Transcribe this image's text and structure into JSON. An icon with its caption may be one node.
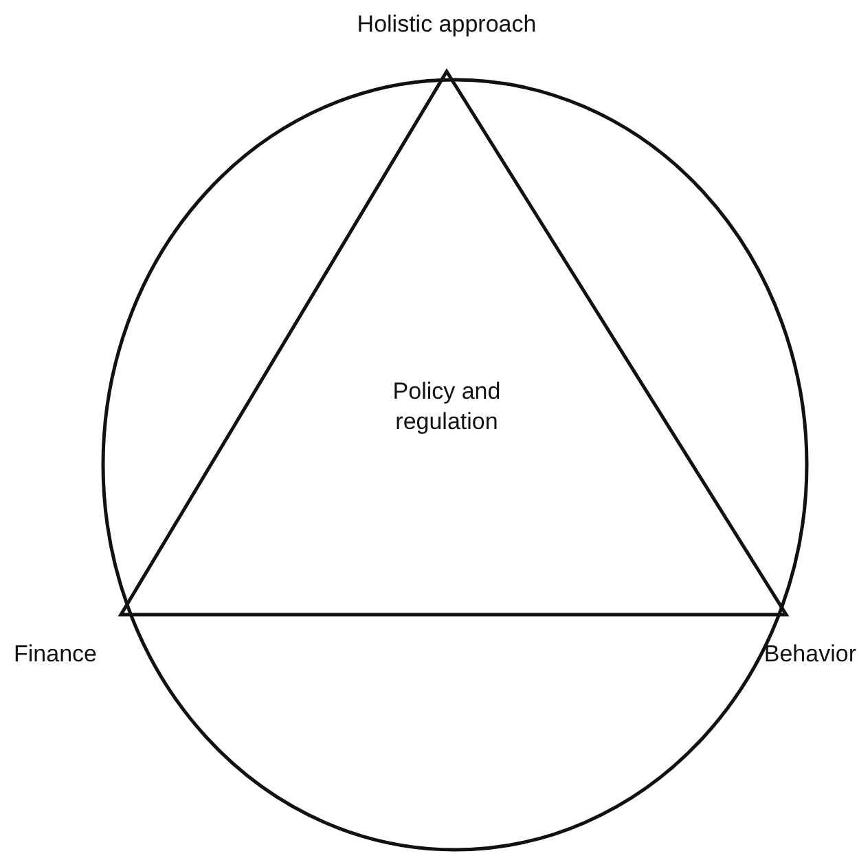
{
  "diagram": {
    "nodes": [
      {
        "text": [
          "Policy and regulation"
        ]
      }
    ],
    "labels": [
      "Holistic approach",
      "Finance",
      "Behavior"
    ]
  }
}
